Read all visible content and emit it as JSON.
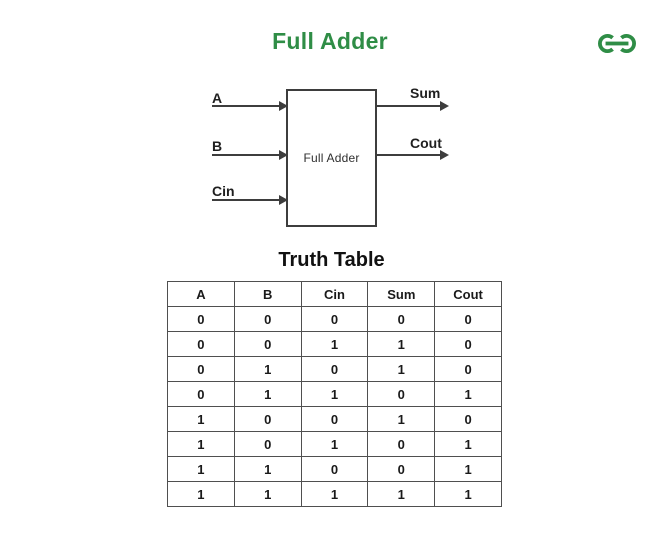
{
  "page": {
    "title": "Full Adder"
  },
  "colors": {
    "accent_green": "#2f8d46",
    "diagram_stroke": "#3d3d3d",
    "table_border": "#4f4f4f"
  },
  "diagram": {
    "block_label": "Full Adder",
    "inputs": [
      {
        "label": "A"
      },
      {
        "label": "B"
      },
      {
        "label": "Cin"
      }
    ],
    "outputs": [
      {
        "label": "Sum"
      },
      {
        "label": "Cout"
      }
    ]
  },
  "truth_table": {
    "heading": "Truth Table",
    "headers": [
      "A",
      "B",
      "Cin",
      "Sum",
      "Cout"
    ],
    "rows": [
      [
        "0",
        "0",
        "0",
        "0",
        "0"
      ],
      [
        "0",
        "0",
        "1",
        "1",
        "0"
      ],
      [
        "0",
        "1",
        "0",
        "1",
        "0"
      ],
      [
        "0",
        "1",
        "1",
        "0",
        "1"
      ],
      [
        "1",
        "0",
        "0",
        "1",
        "0"
      ],
      [
        "1",
        "0",
        "1",
        "0",
        "1"
      ],
      [
        "1",
        "1",
        "0",
        "0",
        "1"
      ],
      [
        "1",
        "1",
        "1",
        "1",
        "1"
      ]
    ]
  }
}
